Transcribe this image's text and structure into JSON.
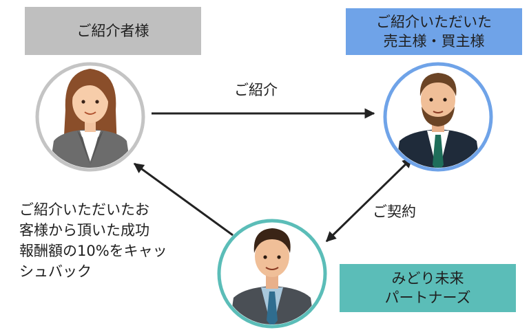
{
  "introducer_box": {
    "label": "ご紹介者様"
  },
  "client_box": {
    "line1": "ご紹介いただいた",
    "line2": "売主様・買主様"
  },
  "partner_box": {
    "line1": "みどり未来",
    "line2": "パートナーズ"
  },
  "arrows": {
    "introduction_label": "ご紹介",
    "contract_label": "ご契約"
  },
  "cashback_note": {
    "lines": [
      "ご紹介いただいたお",
      "客様から頂いた成功",
      "報酬額の10%をキャッ",
      "シュバック"
    ]
  },
  "colors": {
    "introducer": "#bfbfbf",
    "client": "#6fa3e8",
    "partner": "#5bbdb8",
    "arrow": "#222222"
  }
}
